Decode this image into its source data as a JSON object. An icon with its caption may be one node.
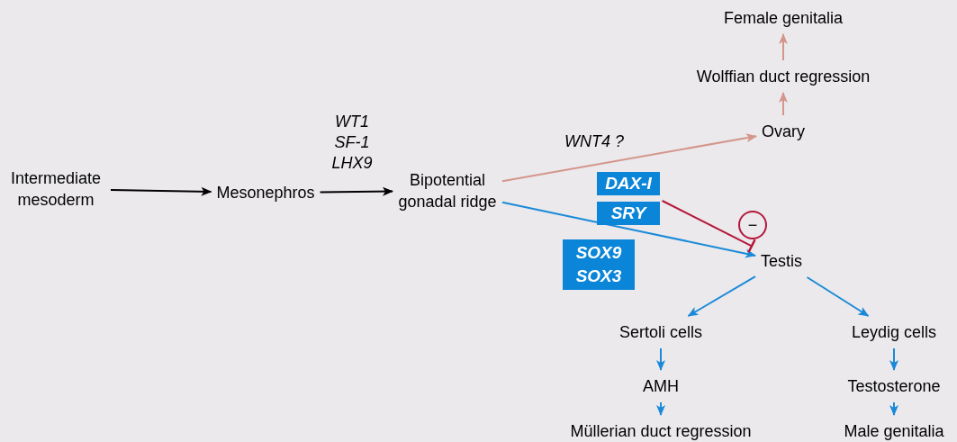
{
  "diagram": {
    "nodes": [
      {
        "text": [
          "Intermediate mesoderm"
        ]
      },
      {
        "text": [
          "Mesonephros"
        ]
      },
      {
        "text": [
          "Bipotential gonadal ridge"
        ]
      },
      {
        "text": [
          "Ovary"
        ]
      },
      {
        "text": [
          "Wolffian duct regression"
        ]
      },
      {
        "text": [
          "Female genitalia"
        ]
      },
      {
        "text": [
          "Testis"
        ]
      },
      {
        "text": [
          "Sertoli cells"
        ]
      },
      {
        "text": [
          "Leydig cells"
        ]
      },
      {
        "text": [
          "AMH"
        ]
      },
      {
        "text": [
          "Testosterone"
        ]
      },
      {
        "text": [
          "Müllerian duct regression"
        ]
      },
      {
        "text": [
          "Male genitalia"
        ]
      },
      {
        "text": [
          "DAX-I"
        ]
      },
      {
        "text": [
          "SRY"
        ]
      },
      {
        "text": [
          "SOX9 SOX3"
        ]
      },
      {
        "text": [
          "−"
        ]
      }
    ],
    "edges": [
      {
        "from": 0,
        "to": 1,
        "arrow": "to",
        "color": "#000000"
      },
      {
        "from": 1,
        "to": 2,
        "arrow": "to",
        "color": "#000000",
        "label": "WT1 SF-1 LHX9"
      },
      {
        "from": 2,
        "to": 3,
        "arrow": "to",
        "color": "#d4968c",
        "label": "*WNT4* ?"
      },
      {
        "from": 2,
        "to": 6,
        "arrow": "to"
      },
      {
        "from": 13,
        "to": 6,
        "arrow": "other",
        "color": "#b5173b"
      },
      {
        "from": 3,
        "to": 4,
        "arrow": "to",
        "color": "#d4968c"
      },
      {
        "from": 4,
        "to": 5,
        "arrow": "to",
        "color": "#d4968c"
      },
      {
        "from": 6,
        "to": 7,
        "arrow": "to"
      },
      {
        "from": 6,
        "to": 8,
        "arrow": "to"
      },
      {
        "from": 7,
        "to": 9,
        "arrow": "to"
      },
      {
        "from": 9,
        "to": 11,
        "arrow": "to"
      },
      {
        "from": 8,
        "to": 10,
        "arrow": "to"
      },
      {
        "from": 10,
        "to": 12,
        "arrow": "to"
      }
    ]
  }
}
